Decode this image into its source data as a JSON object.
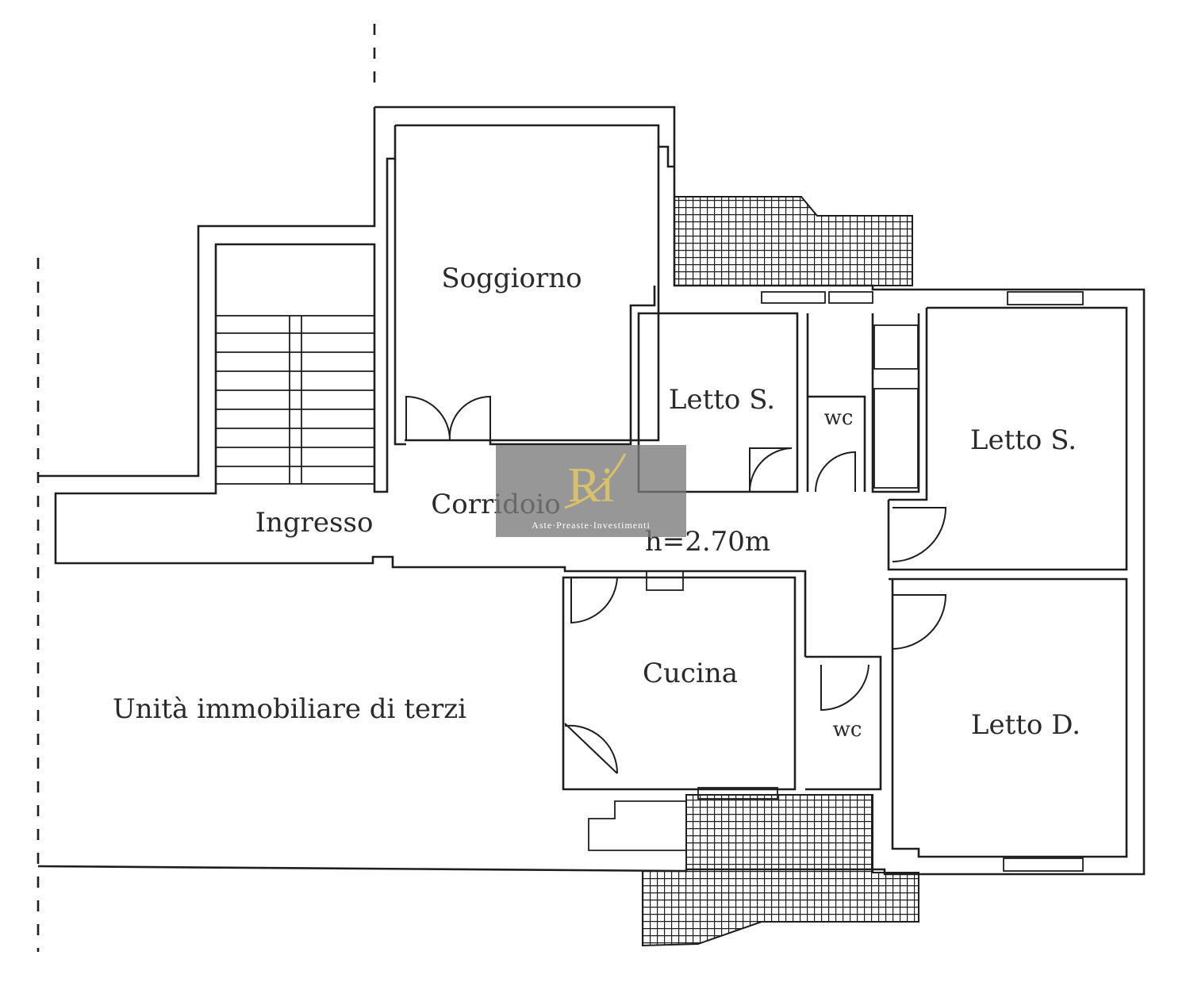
{
  "rooms": {
    "soggiorno": "Soggiorno",
    "ingresso": "Ingresso",
    "corridoio": "Corridoio",
    "letto_s_1": "Letto S.",
    "letto_s_2": "Letto S.",
    "letto_d": "Letto D.",
    "cucina": "Cucina",
    "wc_1": "wc",
    "wc_2": "wc",
    "unita_terzi": "Unità immobiliare di terzi"
  },
  "height_note": "h=2.70m",
  "watermark": {
    "logo_letters": "Ri",
    "text": "Aste·Preaste·Investimenti",
    "accent_color": "#d9c06a",
    "box_color": "#7a7a7a"
  },
  "colors": {
    "wall": "#1e1e1e",
    "text": "#2a2a2a",
    "terrace_hatch": "#1e1e1e"
  }
}
